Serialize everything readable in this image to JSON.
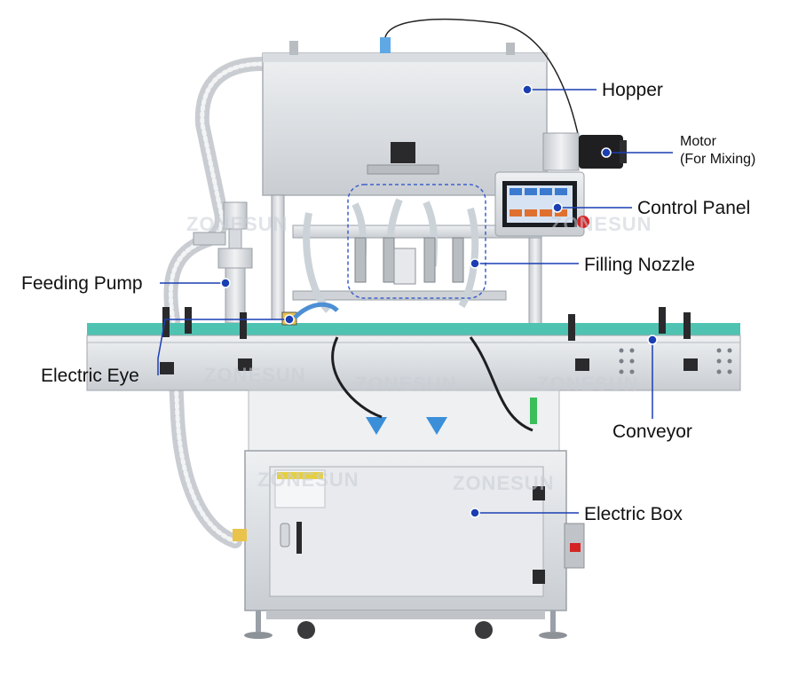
{
  "colors": {
    "leader": "#1a3fb3",
    "dot": "#1a3fb3",
    "steel_light": "#e3e5e8",
    "steel_mid": "#c7cbd0",
    "steel_dark": "#9aa0a7"
  },
  "labels": {
    "hopper": "Hopper",
    "motor_line1": "Motor",
    "motor_line2": "(For Mixing)",
    "control_panel": "Control Panel",
    "filling_nozzle": "Filling Nozzle",
    "feeding_pump": "Feeding Pump",
    "electric_eye": "Electric Eye",
    "conveyor": "Conveyor",
    "electric_box": "Electric Box"
  },
  "watermark": "ZONESUN"
}
